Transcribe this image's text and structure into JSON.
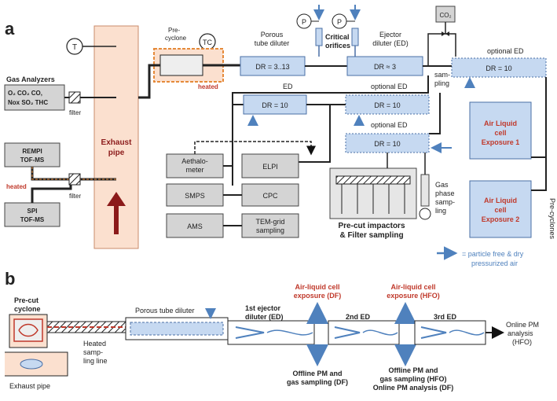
{
  "panel_a": {
    "label": "a",
    "thermo_left": "T",
    "thermo_cyclone": "TC",
    "precyclone": [
      "Pre-",
      "cyclone"
    ],
    "heated_top": "heated",
    "gas_analyzers": "Gas Analyzers",
    "gas_line1": "O₂  CO₂  CO,",
    "gas_line2": "Nox SO₂  THC",
    "filter1": "filter",
    "filter2": "filter",
    "rempi": [
      "REMPI",
      "TOF-MS"
    ],
    "spi": [
      "SPI",
      "TOF-MS"
    ],
    "heated_left": "heated",
    "exhaust_pipe": [
      "Exhaust",
      "pipe"
    ],
    "porous_title": [
      "Porous",
      "tube diluter"
    ],
    "porous_dr": "DR = 3..13",
    "pressure_p": "P",
    "critical": [
      "Critical",
      "orifices"
    ],
    "ejector_title": [
      "Ejector",
      "diluter (ED)"
    ],
    "ejector_dr": "DR ≈ 3",
    "co2": "CO₂",
    "optional_ed_top": "optional ED",
    "optional_ed_top_dr": "DR = 10",
    "sampling": [
      "sam-",
      "pling"
    ],
    "ed_label": "ED",
    "ed_dr": "DR = 10",
    "optional_ed_mid": "optional ED",
    "optional_ed_mid_dr": "DR = 10",
    "optional_ed_low": "optional ED",
    "optional_ed_low_dr": "DR = 10",
    "aethalometer": [
      "Aethalo-",
      "meter"
    ],
    "elpi": "ELPI",
    "smps": "SMPS",
    "cpc": "CPC",
    "ams": "AMS",
    "tem": [
      "TEM-grid",
      "sampling"
    ],
    "precut": [
      "Pre-cut impactors",
      "& Filter sampling"
    ],
    "gas_phase": [
      "Gas",
      "phase",
      "samp-",
      "ling"
    ],
    "ali1": [
      "Air Liquid",
      "cell",
      "Exposure 1"
    ],
    "ali2": [
      "Air Liquid",
      "cell",
      "Exposure 2"
    ],
    "precyclones_v": "Pre-cyclones",
    "legend_air": [
      "= particle free & dry",
      "pressurized air"
    ]
  },
  "panel_b": {
    "label": "b",
    "precut": [
      "Pre-cut",
      "cyclone"
    ],
    "porous": "Porous tube diluter",
    "first_ed": [
      "1st ejector",
      "diluter (ED)"
    ],
    "ali_df": [
      "Air-liquid cell",
      "exposure (DF)"
    ],
    "second_ed": "2nd ED",
    "ali_hfo": [
      "Air-liquid cell",
      "exposure (HFO)"
    ],
    "third_ed": "3rd ED",
    "online_pm": [
      "Online PM",
      "analysis",
      "(HFO)"
    ],
    "heated_line": [
      "Heated",
      "samp-",
      "ling line"
    ],
    "exhaust": "Exhaust pipe",
    "offline_df": [
      "Offline PM and",
      "gas sampling (DF)"
    ],
    "offline_hfo": [
      "Offline PM and",
      "gas sampling (HFO)",
      "Online PM analysis (DF)"
    ]
  },
  "colors": {
    "box_blue": "#c6d9f1",
    "box_blue_border": "#4a6fa5",
    "air_arrow": "#4f81bd",
    "exhaust_fill": "#fbe0cf",
    "exhaust_arrow": "#8b1a1a",
    "heated_text": "#c0392b",
    "grey_box": "#d4d4d4"
  }
}
